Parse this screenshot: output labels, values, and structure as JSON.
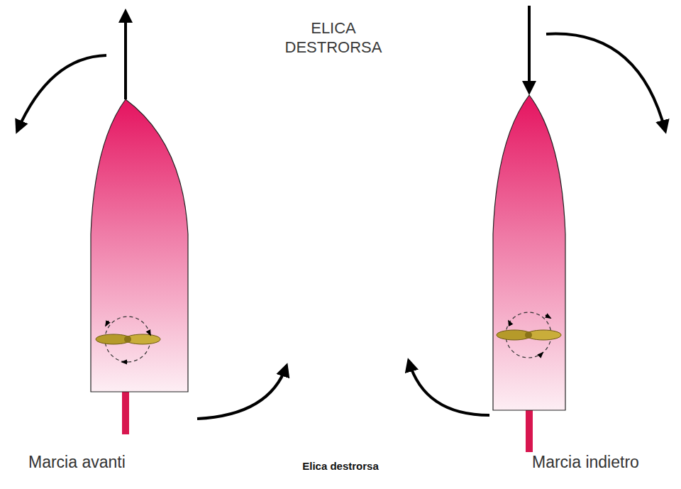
{
  "diagram": {
    "title": "ELICA DESTRORSA",
    "caption": "Elica destrorsa",
    "labels": [
      "Marcia avanti",
      "Marcia indietro"
    ]
  }
}
